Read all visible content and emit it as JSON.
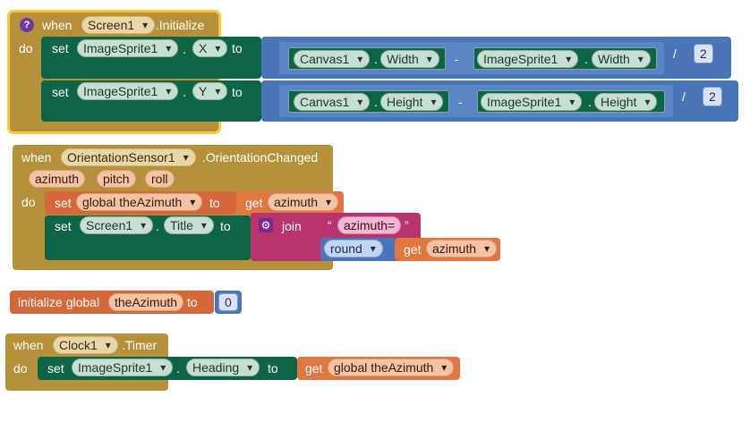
{
  "block1": {
    "when": "when",
    "component": "Screen1",
    "event": ".Initialize",
    "do": "do",
    "row1": {
      "set": "set",
      "component": "ImageSprite1",
      "dot": ".",
      "property": "X",
      "to": "to",
      "left_component": "Canvas1",
      "left_dot": ".",
      "left_property": "Width",
      "minus": "-",
      "right_component": "ImageSprite1",
      "right_dot": ".",
      "right_property": "Width",
      "divide": "/",
      "divisor": "2"
    },
    "row2": {
      "set": "set",
      "component": "ImageSprite1",
      "dot": ".",
      "property": "Y",
      "to": "to",
      "left_component": "Canvas1",
      "left_dot": ".",
      "left_property": "Height",
      "minus": "-",
      "right_component": "ImageSprite1",
      "right_dot": ".",
      "right_property": "Height",
      "divide": "/",
      "divisor": "2"
    }
  },
  "block2": {
    "when": "when",
    "component": "OrientationSensor1",
    "event": ".OrientationChanged",
    "params": [
      "azimuth",
      "pitch",
      "roll"
    ],
    "do": "do",
    "row1": {
      "set": "set",
      "variable": "global theAzimuth",
      "to": "to",
      "get": "get",
      "value": "azimuth"
    },
    "row2": {
      "set": "set",
      "component": "Screen1",
      "dot": ".",
      "property": "Title",
      "to": "to",
      "join": "join",
      "quote_open": "“",
      "text": "azimuth=",
      "quote_close": "”",
      "round": "round",
      "get": "get",
      "value": "azimuth"
    }
  },
  "block3": {
    "label": "initialize global",
    "name": "theAzimuth",
    "to": "to",
    "value": "0"
  },
  "block4": {
    "when": "when",
    "component": "Clock1",
    "event": ".Timer",
    "do": "do",
    "set": "set",
    "target_component": "ImageSprite1",
    "dot": ".",
    "property": "Heading",
    "to": "to",
    "get": "get",
    "value": "global theAzimuth"
  },
  "colors": {
    "event": "#b4913a",
    "setter": "#0e6545",
    "math": "#4a75b8",
    "variable": "#d5683a",
    "text": "#b7346f",
    "selected_outline": "#f7c93a"
  },
  "icons": {
    "help": "question-mark-icon",
    "mutator": "gear-icon",
    "dropdown": "chevron-down-icon"
  }
}
